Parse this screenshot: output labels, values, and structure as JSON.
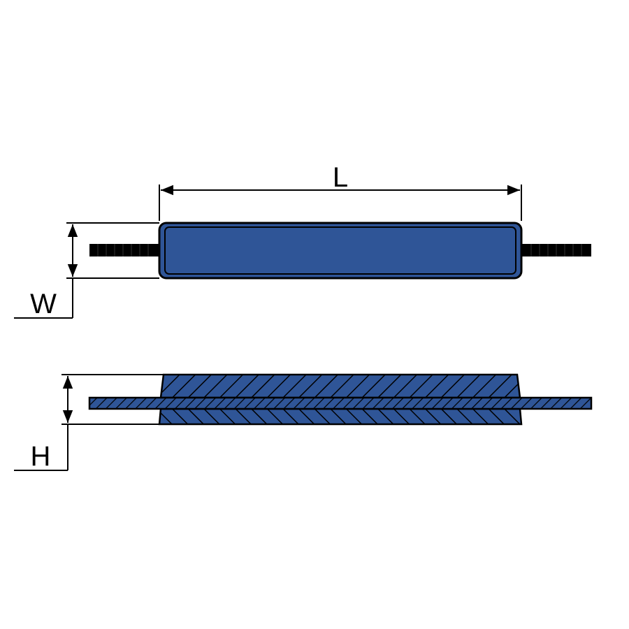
{
  "labels": {
    "length": "L",
    "width": "W",
    "height": "H"
  },
  "colors": {
    "body": "#2f5597",
    "outline": "#000000",
    "stud": "#000000",
    "background": "#ffffff"
  }
}
